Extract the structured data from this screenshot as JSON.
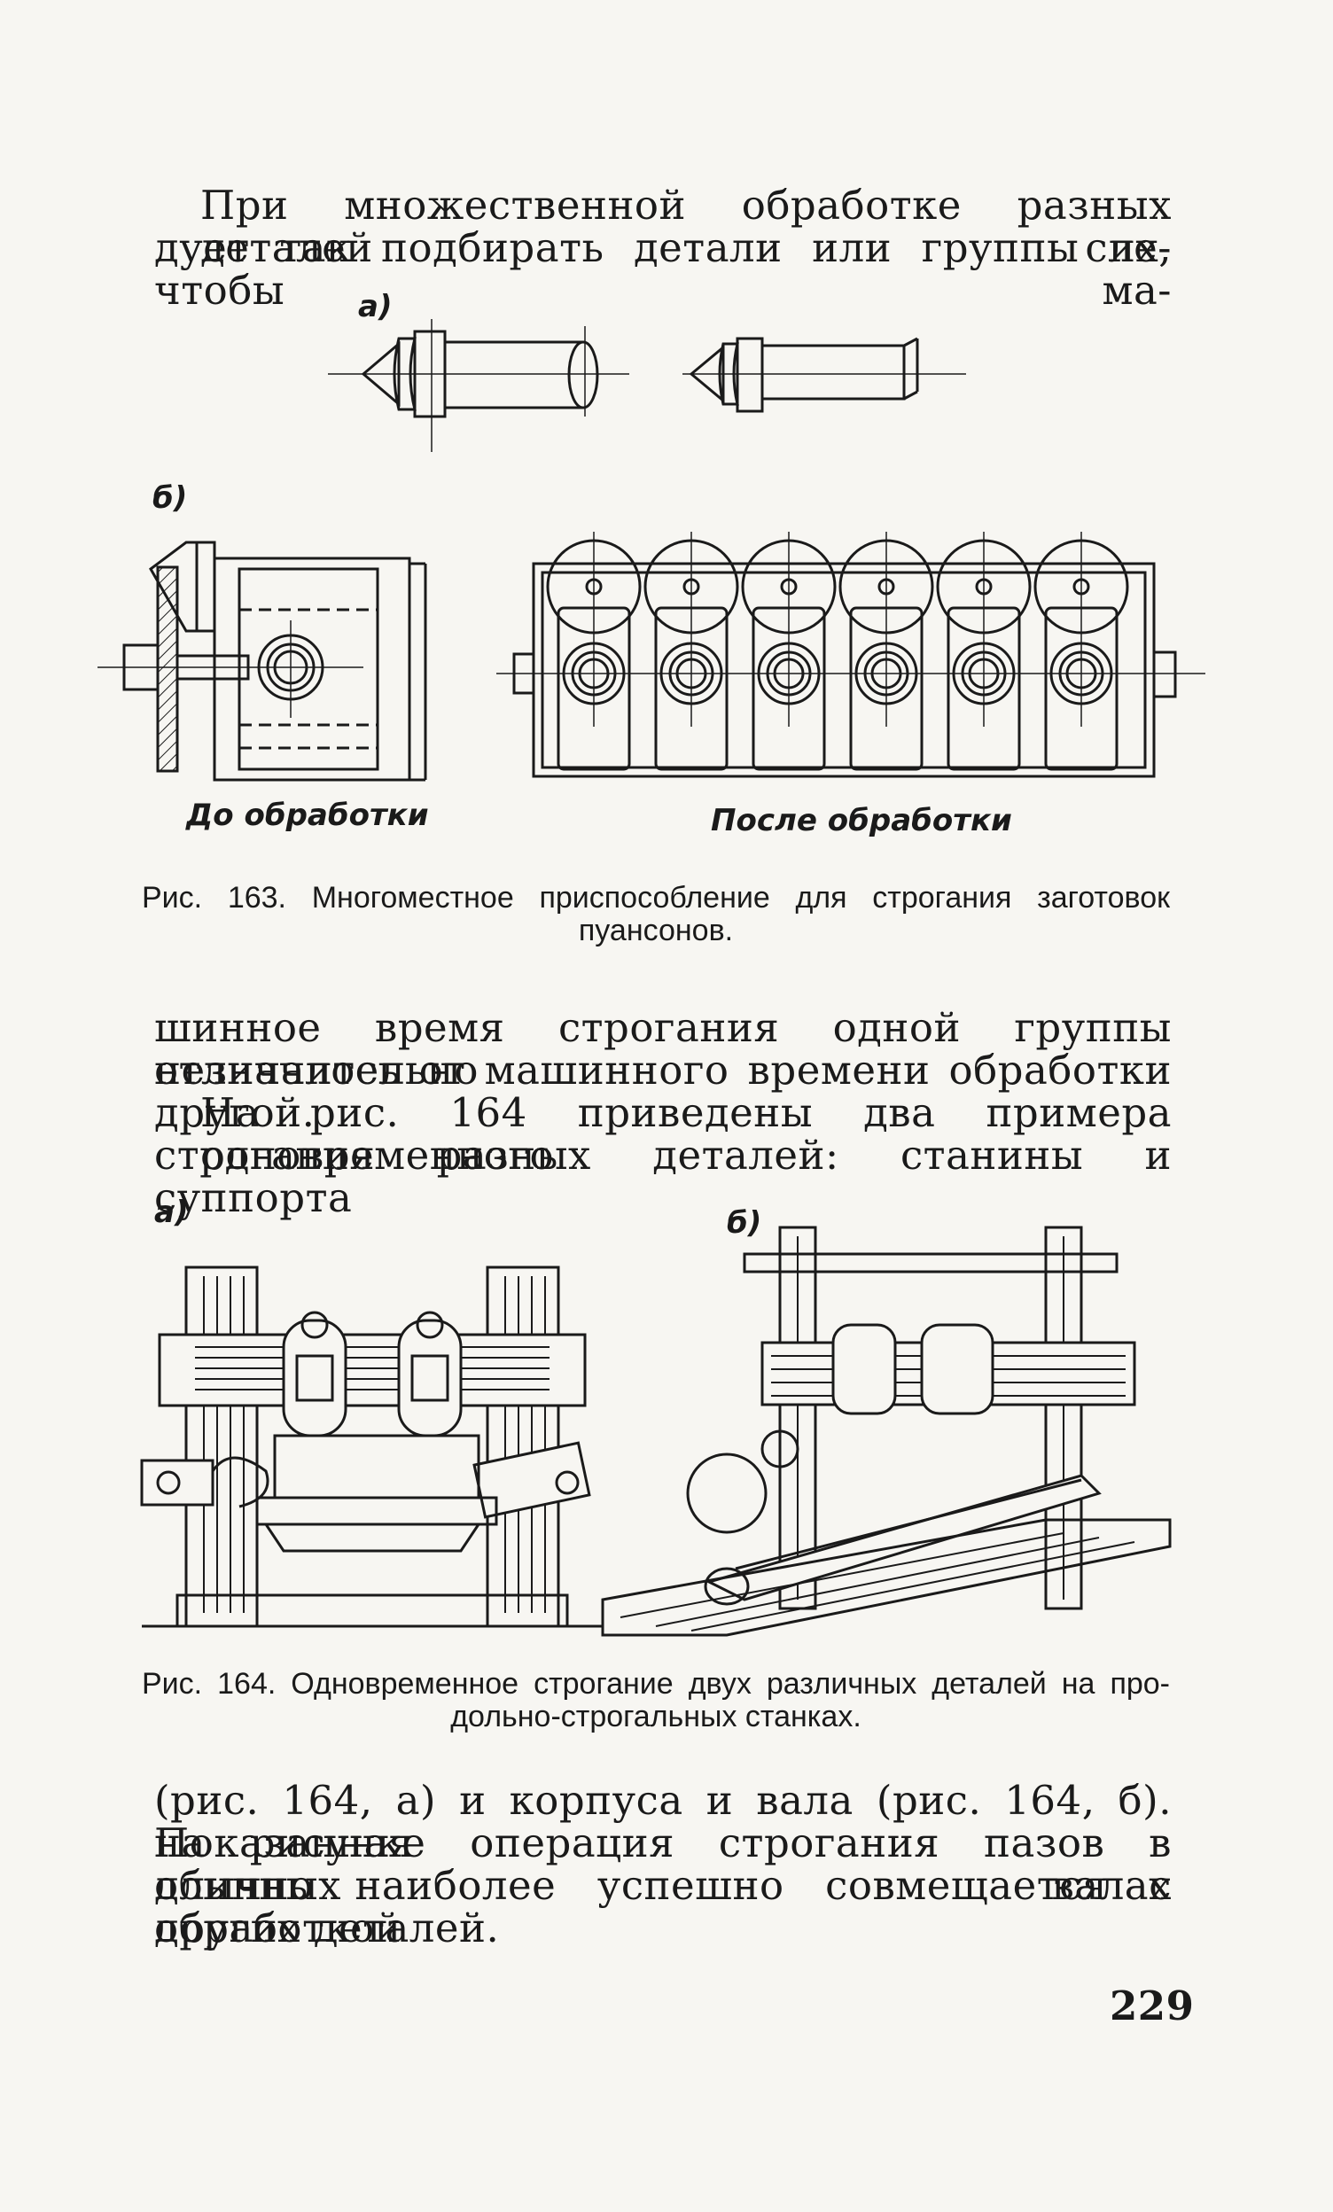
{
  "paragraph_1": [
    "При множественной обработке разных деталей сле-",
    "дует так подбирать детали или группы их, чтобы ма-"
  ],
  "figure_163": {
    "label_a": "а)",
    "label_b": "б)",
    "before_label": "До обработки",
    "after_label": "После обработки",
    "caption_line_1": "Рис. 163. Многоместное приспособление для строгания заготовок",
    "caption_line_2": "пуансонов."
  },
  "paragraph_2": [
    "шинное время строгания одной группы незначительно",
    "отличалось от машинного времени обработки другой."
  ],
  "paragraph_3": [
    "На рис. 164 приведены два примера одновременного",
    "строгания разных деталей: станины и суппорта"
  ],
  "figure_164": {
    "label_a": "а)",
    "label_b": "б)",
    "caption_line_1": "Рис. 164. Одновременное строгание двух различных деталей на про-",
    "caption_line_2": "дольно-строгальных станках."
  },
  "paragraph_4": [
    "(рис. 164, а) и корпуса и вала (рис. 164, б). Показанная",
    "на рисунке операция строгания пазов в длинных валах",
    "обычно наиболее успешно совмещается с обработкой",
    "других деталей."
  ],
  "page_number": "229"
}
